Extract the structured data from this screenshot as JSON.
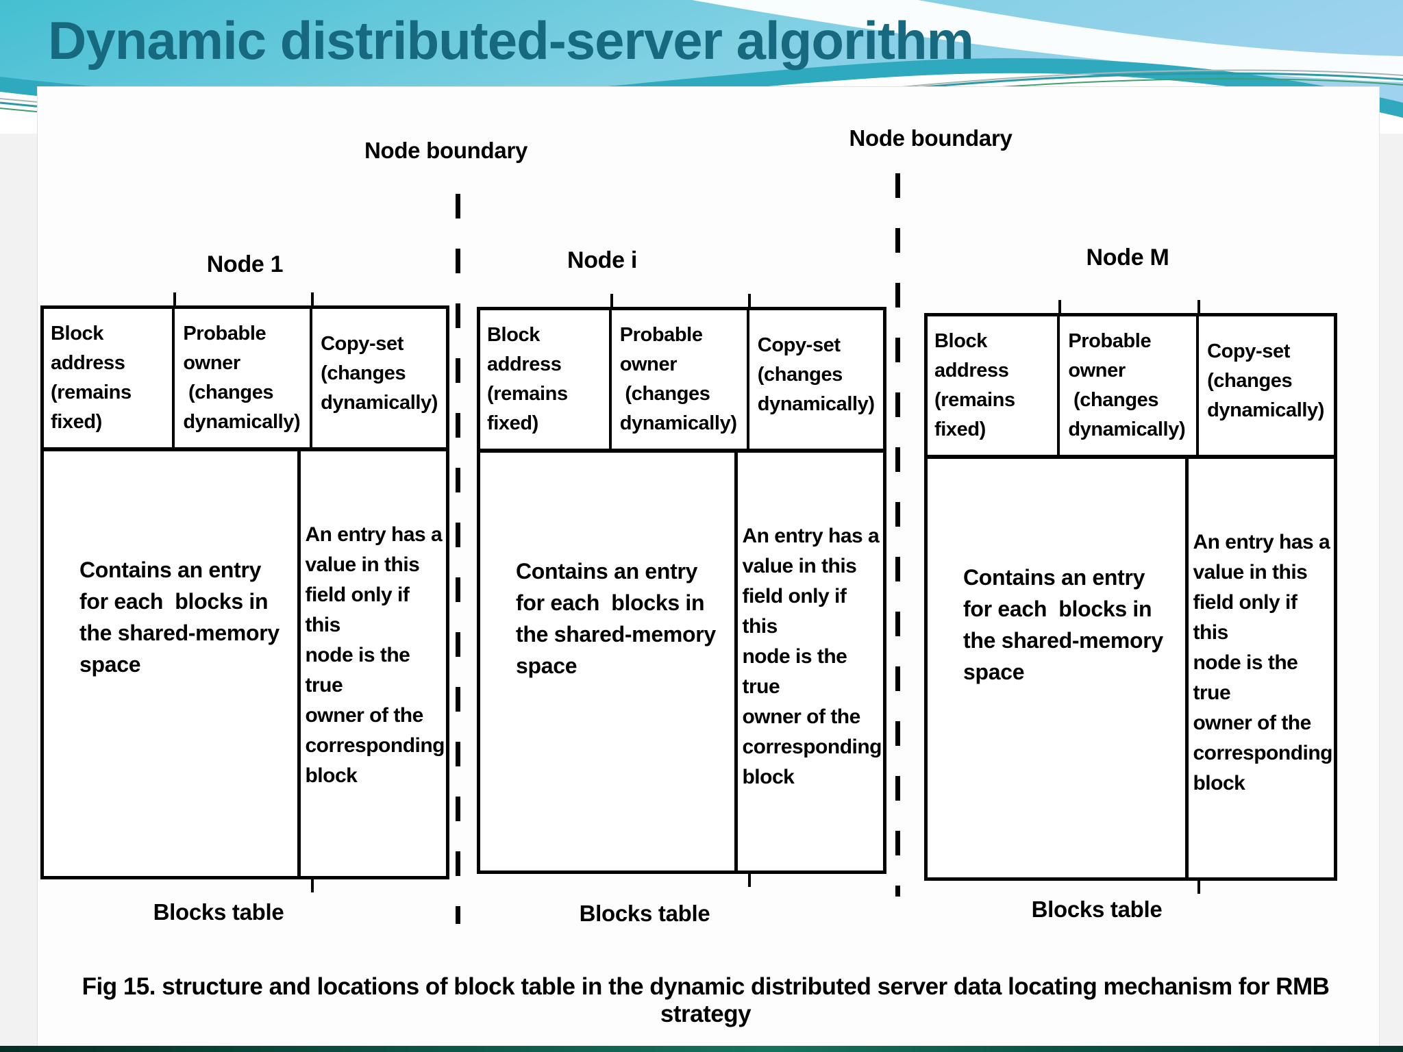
{
  "slide": {
    "title": "Dynamic distributed-server algorithm"
  },
  "diagram": {
    "boundary_label_left": "Node boundary",
    "boundary_label_right": "Node boundary",
    "nodes": [
      {
        "label": "Node 1"
      },
      {
        "label": "Node i"
      },
      {
        "label": "Node M"
      }
    ],
    "table": {
      "col_block_address": "Block address\n(remains fixed)",
      "col_probable_owner": "Probable owner\n (changes\ndynamically)",
      "col_copy_set": "Copy-set\n(changes\ndynamically)",
      "body_main": "Contains an entry\nfor each  blocks in\nthe shared-memory\nspace",
      "body_copy_set": "An entry has a\nvalue in this\nfield only if this\nnode is the true\nowner of the\ncorresponding\nblock",
      "caption": "Blocks table"
    },
    "figure_caption": "Fig 15. structure and locations of block table in the dynamic distributed server data locating mechanism for RMB strategy"
  },
  "colors": {
    "title_text": "#17697f",
    "banner_teal": "#45bfd2",
    "banner_sky_blue": "#9ed2ee",
    "banner_accent_band": "#2fa9bd",
    "banner_accent_green": "#3f9f6f",
    "diagram_ink": "#000000",
    "bottom_bar_green": "#0f5a49"
  }
}
